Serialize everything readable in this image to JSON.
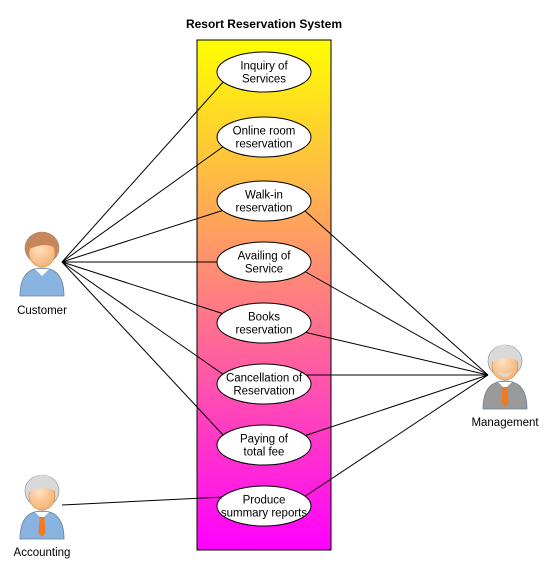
{
  "diagram": {
    "title": "Resort Reservation System",
    "use_cases": [
      {
        "id": "inquiry",
        "lines": [
          "Inquiry of",
          "Services"
        ]
      },
      {
        "id": "online",
        "lines": [
          "Online room",
          "reservation"
        ]
      },
      {
        "id": "walkin",
        "lines": [
          "Walk-in",
          "reservation"
        ]
      },
      {
        "id": "availing",
        "lines": [
          "Availing of",
          "Service"
        ]
      },
      {
        "id": "books",
        "lines": [
          "Books",
          "reservation"
        ]
      },
      {
        "id": "cancel",
        "lines": [
          "Cancellation of",
          "Reservation"
        ]
      },
      {
        "id": "paying",
        "lines": [
          "Paying of",
          "total fee"
        ]
      },
      {
        "id": "produce",
        "lines": [
          "Produce",
          "summary reports"
        ]
      }
    ],
    "actors": {
      "customer": {
        "label": "Customer",
        "hair": "#c8875a",
        "shirt": "#8ab4e0"
      },
      "management": {
        "label": "Management",
        "hair": "#d9d9d9",
        "shirt": "#9a9a9a"
      },
      "accounting": {
        "label": "Accounting",
        "hair": "#d9d9d9",
        "shirt": "#8ab4e0"
      }
    },
    "associations": {
      "customer": [
        "inquiry",
        "online",
        "walkin",
        "availing",
        "books",
        "cancel",
        "paying"
      ],
      "management": [
        "walkin",
        "availing",
        "books",
        "cancel",
        "paying",
        "produce"
      ],
      "accounting": [
        "produce"
      ]
    },
    "colors": {
      "boundary_top": "#ffff00",
      "boundary_bottom": "#ff00ff",
      "skin": "#f5b070",
      "tie": "#f07a20"
    }
  }
}
